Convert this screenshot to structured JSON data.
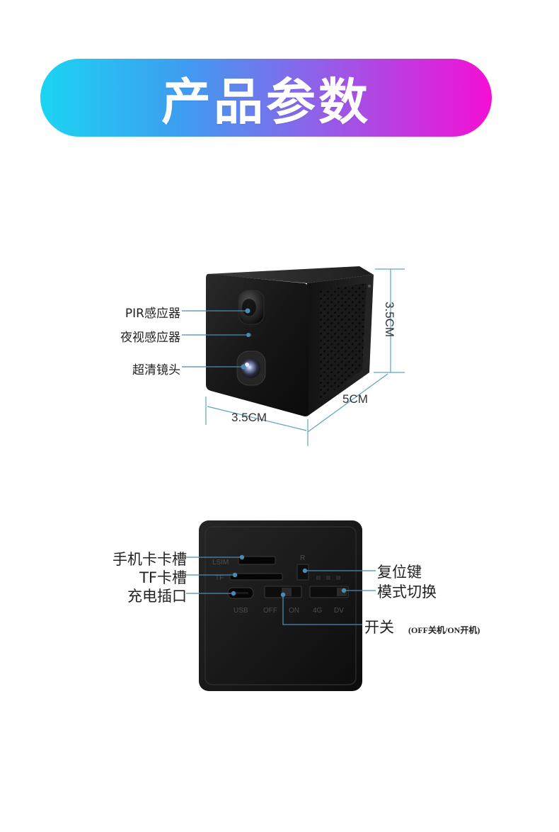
{
  "header": {
    "title": "产品参数"
  },
  "front_view": {
    "labels": {
      "pir": "PIR感应器",
      "night": "夜视感应器",
      "lens": "超清镜头"
    },
    "dims": {
      "height": "3.5CM",
      "depth": "5CM",
      "width": "3.5CM"
    }
  },
  "back_view": {
    "labels": {
      "sim": "手机卡卡槽",
      "tf": "TF卡槽",
      "charge": "充电插口",
      "reset": "复位键",
      "mode": "模式切换",
      "switch": "开关",
      "switch_note": "(OFF关机/ON开机)"
    },
    "port_marks": {
      "sim": "LSIM",
      "tf": "TF",
      "usb": "USB",
      "off": "OFF",
      "on": "ON",
      "r": "R",
      "4g": "4G",
      "dv": "DV"
    }
  },
  "colors": {
    "gradient_start": "#1bd4f2",
    "gradient_end": "#f50fd3",
    "leader_line": "#4a8bb6",
    "device_body": "#141414"
  }
}
